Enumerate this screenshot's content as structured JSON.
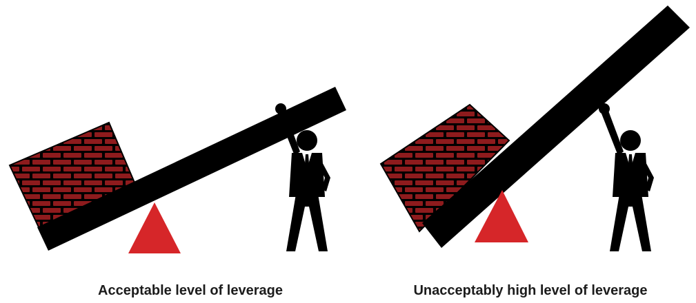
{
  "panels": [
    {
      "caption": "Acceptable level of leverage"
    },
    {
      "caption": "Unacceptably high level of leverage"
    }
  ],
  "colors": {
    "plank": "#000000",
    "brick": "#8e1b1d",
    "mortar": "#000000",
    "fulcrum": "#d62629",
    "person": "#000000",
    "shirt": "#ffffff",
    "caption": "#1c1c1c"
  },
  "icons": [
    "brick-wall",
    "lever-plank",
    "fulcrum-triangle",
    "businessman-raised-fist"
  ]
}
